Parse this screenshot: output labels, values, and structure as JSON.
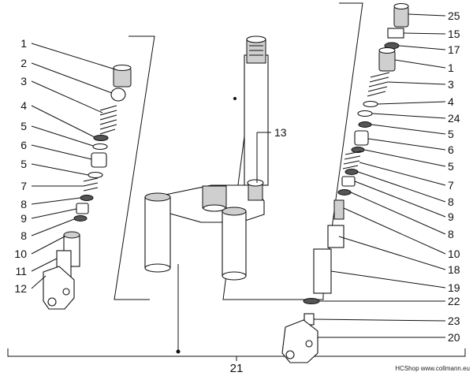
{
  "left_column_callouts": [
    "1",
    "2",
    "3",
    "4",
    "5",
    "6",
    "5",
    "7",
    "8",
    "9",
    "8",
    "10",
    "11",
    "12"
  ],
  "center_callout": "13",
  "right_column_callouts": [
    "25",
    "15",
    "17",
    "1",
    "3",
    "4",
    "24",
    "5",
    "6",
    "5",
    "7",
    "8",
    "9",
    "8",
    "10",
    "18",
    "19",
    "22",
    "23",
    "20"
  ],
  "assembly_callout": "21",
  "credit": "HCShop www.collmann.eu"
}
